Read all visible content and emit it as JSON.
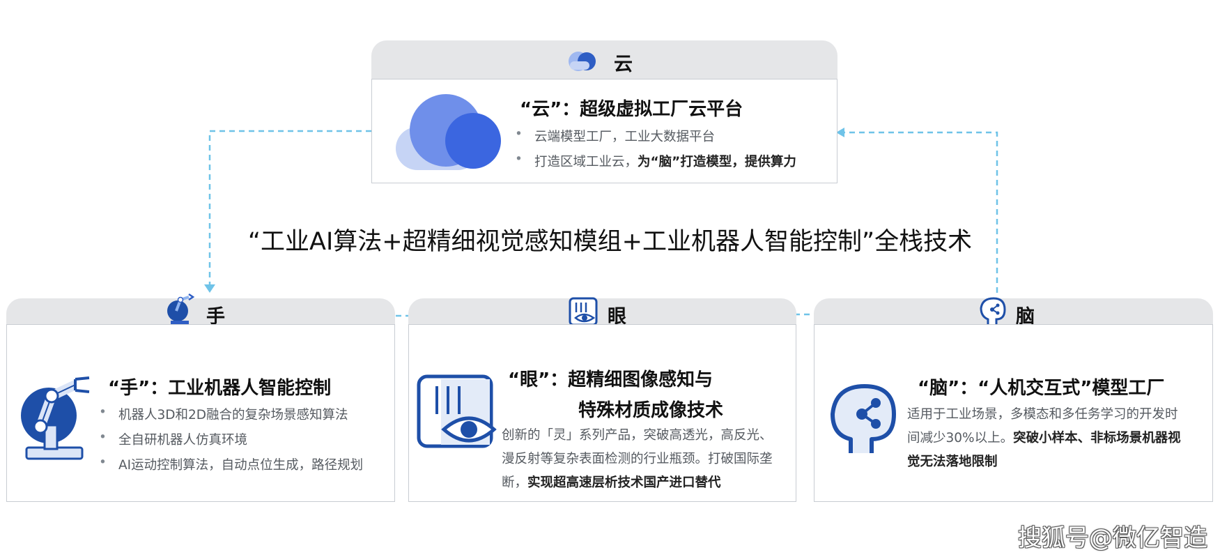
{
  "headline": "“工业AI算法+超精细视觉感知模组+工业机器人智能控制”全栈技术",
  "watermark": "搜狐号@微亿智造",
  "colors": {
    "connector": "#6fc3e8",
    "card_border": "#c8ccd2",
    "tab_background": "#e5e6e8",
    "icon_blue": "#2f5ec4",
    "icon_light_blue": "#9fb8f0",
    "icon_navy": "#1e4fa8"
  },
  "cloud": {
    "tab_label": "云",
    "tab_icon": "cloud-icon",
    "title": "“云”：超级虚拟工厂云平台",
    "main_icon": "cloud-illustration-icon",
    "bullets": [
      {
        "text": "云端模型工厂，工业大数据平台",
        "bold": ""
      },
      {
        "text": "打造区域工业云，",
        "bold": "为“脑”打造模型，提供算力"
      }
    ]
  },
  "hand": {
    "tab_label": "手",
    "tab_icon": "robot-arm-icon",
    "title": "“手”：工业机器人智能控制",
    "main_icon": "robot-arm-illustration-icon",
    "bullets": [
      {
        "text": "机器人3D和2D融合的复杂场景感知算法",
        "bold": ""
      },
      {
        "text": "全自研机器人仿真环境",
        "bold": ""
      },
      {
        "text": "AI运动控制算法，自动点位生成，路径规划",
        "bold": ""
      }
    ]
  },
  "eye": {
    "tab_label": "眼",
    "tab_icon": "eye-scanner-icon",
    "title_line1": "“眼”：超精细图像感知与",
    "title_line2": "特殊材质成像技术",
    "main_icon": "eye-scanner-illustration-icon",
    "paragraph": {
      "line1": "创新的「灵」系列产品，突破高透光，高反光、",
      "line2": "漫反射等复杂表面检测的行业瓶颈。打破国际垄",
      "line3_prefix": "断，",
      "line3_bold": "实现超高速层析技术国产进口替代"
    }
  },
  "brain": {
    "tab_label": "脑",
    "tab_icon": "brain-head-icon",
    "title": "“脑”：“人机交互式”模型工厂",
    "main_icon": "brain-head-illustration-icon",
    "paragraph": {
      "line1": "适用于工业场景，多模态和多任务学习的开发时",
      "line2_prefix": "间减少30%以上。",
      "line2_bold": "突破小样本、非标场景机器视",
      "line3_bold": "觉无法落地限制"
    }
  }
}
